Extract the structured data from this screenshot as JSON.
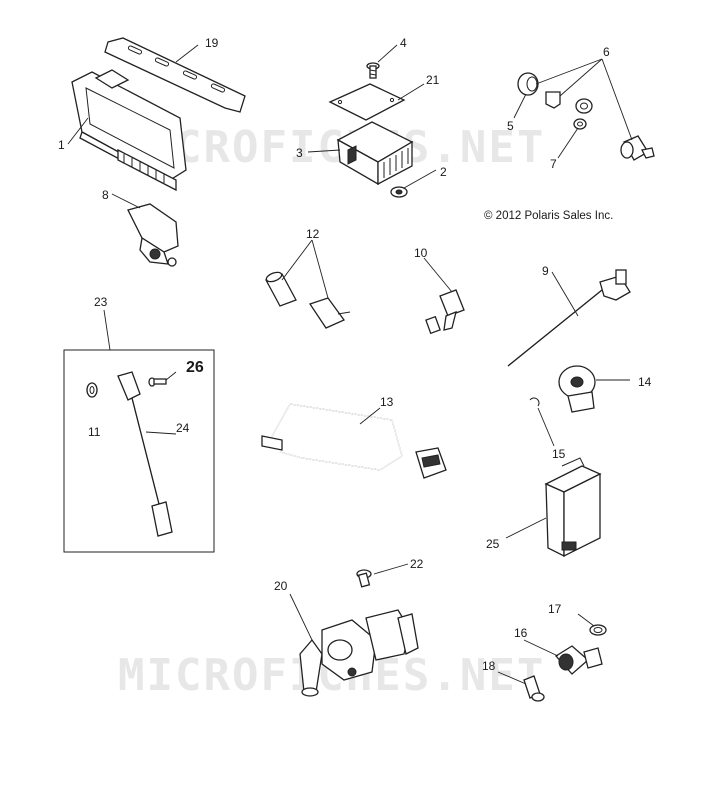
{
  "diagram": {
    "copyright": "© 2012 Polaris Sales Inc.",
    "watermarks": [
      "MICROFICHES.NET",
      "MICROFICHES.NET"
    ],
    "callouts": {
      "c1": "1",
      "c2": "2",
      "c3": "3",
      "c4": "4",
      "c5": "5",
      "c6": "6",
      "c7": "7",
      "c8": "8",
      "c9": "9",
      "c10": "10",
      "c11": "11",
      "c12": "12",
      "c13": "13",
      "c14": "14",
      "c15": "15",
      "c16": "16",
      "c17": "17",
      "c18": "18",
      "c19": "19",
      "c20": "20",
      "c21": "21",
      "c22": "22",
      "c23": "23",
      "c24": "24",
      "c25": "25",
      "c26": "26"
    }
  }
}
